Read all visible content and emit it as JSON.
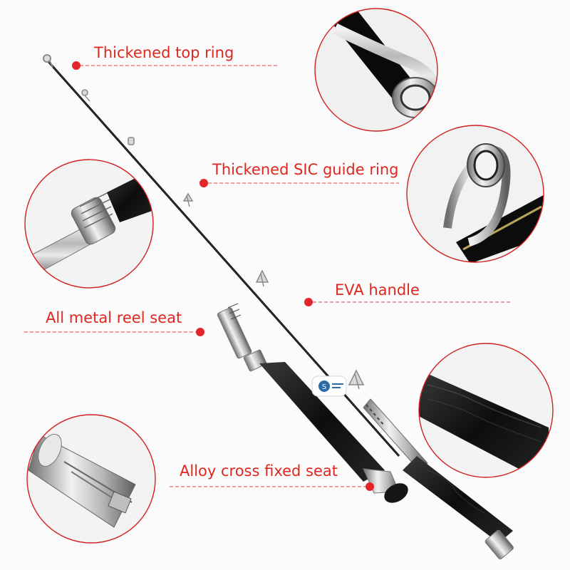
{
  "theme": {
    "label_color": "#e0271f",
    "accent_red": "#e3262b",
    "leader_line_color": "#e04040",
    "circle_border_color": "#d22020"
  },
  "callouts": {
    "top_ring": "Thickened top ring",
    "sic_guide_ring": "Thickened SIC guide ring",
    "eva_handle": "EVA handle",
    "metal_reel_seat": "All metal reel seat",
    "alloy_cross_seat": "Alloy cross fixed seat"
  },
  "icons": {
    "callout_dot": "red-dot-icon",
    "brand_sticker": "brand-logo-icon"
  }
}
